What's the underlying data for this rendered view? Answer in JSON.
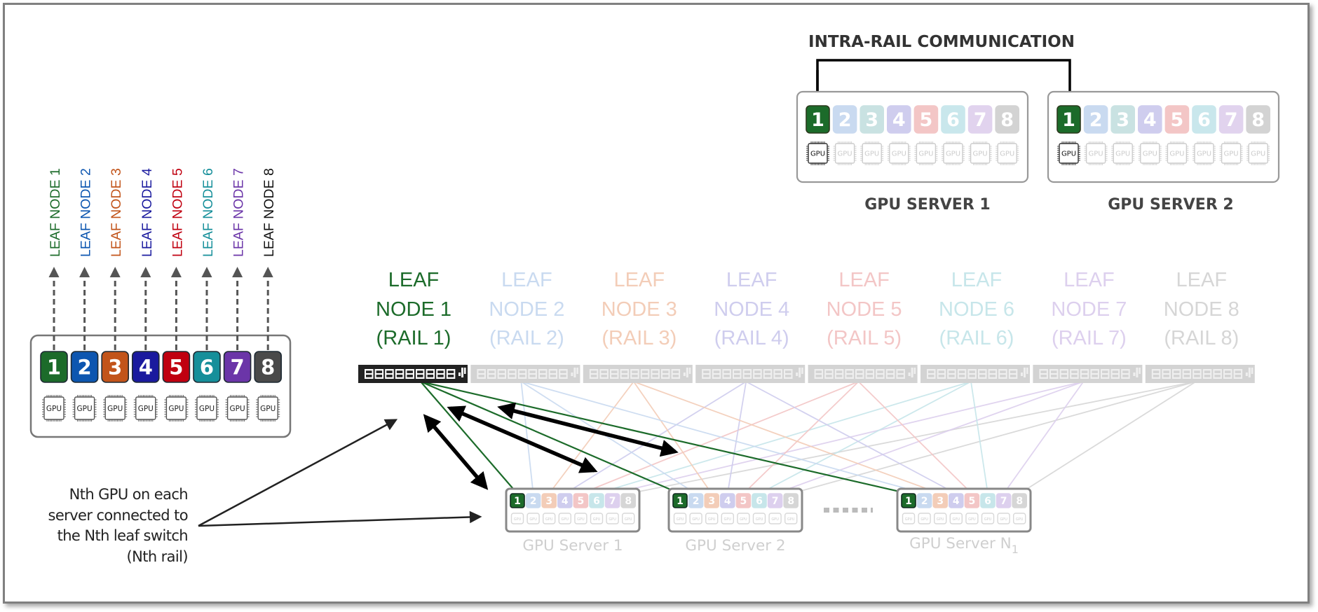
{
  "diagram": {
    "type": "rail-optimized GPU network topology",
    "left_panel": {
      "leaf_labels": [
        "LEAF NODE 1",
        "LEAF NODE 2",
        "LEAF NODE 3",
        "LEAF NODE 4",
        "LEAF NODE 5",
        "LEAF NODE 6",
        "LEAF NODE 7",
        "LEAF NODE 8"
      ],
      "label_prefix": "LEAF",
      "badges": [
        "1",
        "2",
        "3",
        "4",
        "5",
        "6",
        "7",
        "8"
      ],
      "chip_label": "GPU"
    },
    "rail_colors": [
      "#1c6b2a",
      "#0d56b0",
      "#c2541a",
      "#1a1a9e",
      "#c00010",
      "#168f9a",
      "#6b35a8",
      "#4a4a4a"
    ],
    "rail_label_colors": [
      "#1c6b2a",
      "#0d56b0",
      "#c2541a",
      "#1a1a9e",
      "#c00010",
      "#168f9a",
      "#6b35a8",
      "#111111"
    ],
    "faded_colors": [
      "#1c6b2a",
      "#c9daf0",
      "#f3cdb8",
      "#cfcdee",
      "#f3c6c6",
      "#c7e6ea",
      "#ddd0ee",
      "#d6d6d6"
    ],
    "faded_badge_colors_top": [
      "#1c6b2a",
      "#c9daf0",
      "#c9e2e2",
      "#cfcdee",
      "#f3c6c6",
      "#c9e7ec",
      "#e1d3ee",
      "#d3d3d3"
    ],
    "leaf_nodes": [
      {
        "line1": "LEAF",
        "line2": "NODE 1",
        "line3": "(RAIL 1)",
        "active": true
      },
      {
        "line1": "LEAF",
        "line2": "NODE 2",
        "line3": "(RAIL 2)",
        "active": false
      },
      {
        "line1": "LEAF",
        "line2": "NODE 3",
        "line3": "(RAIL 3)",
        "active": false
      },
      {
        "line1": "LEAF",
        "line2": "NODE 4",
        "line3": "(RAIL 4)",
        "active": false
      },
      {
        "line1": "LEAF",
        "line2": "NODE 5",
        "line3": "(RAIL 5)",
        "active": false
      },
      {
        "line1": "LEAF",
        "line2": "NODE 6",
        "line3": "(RAIL 6)",
        "active": false
      },
      {
        "line1": "LEAF",
        "line2": "NODE 7",
        "line3": "(RAIL 7)",
        "active": false
      },
      {
        "line1": "LEAF",
        "line2": "NODE 8",
        "line3": "(RAIL 8)",
        "active": false
      }
    ],
    "intra_rail": {
      "title": "INTRA-RAIL COMMUNICATION",
      "servers": [
        {
          "label": "GPU SERVER 1"
        },
        {
          "label": "GPU SERVER 2"
        }
      ]
    },
    "bottom_servers": [
      {
        "label": "GPU Server 1",
        "subscript": ""
      },
      {
        "label": "GPU Server 2",
        "subscript": ""
      },
      {
        "label": "GPU Server N",
        "subscript": "1"
      }
    ],
    "ellipsis": "......",
    "annotation": [
      "Nth GPU on each",
      "server connected to",
      "the Nth leaf switch",
      "(Nth rail)"
    ]
  }
}
